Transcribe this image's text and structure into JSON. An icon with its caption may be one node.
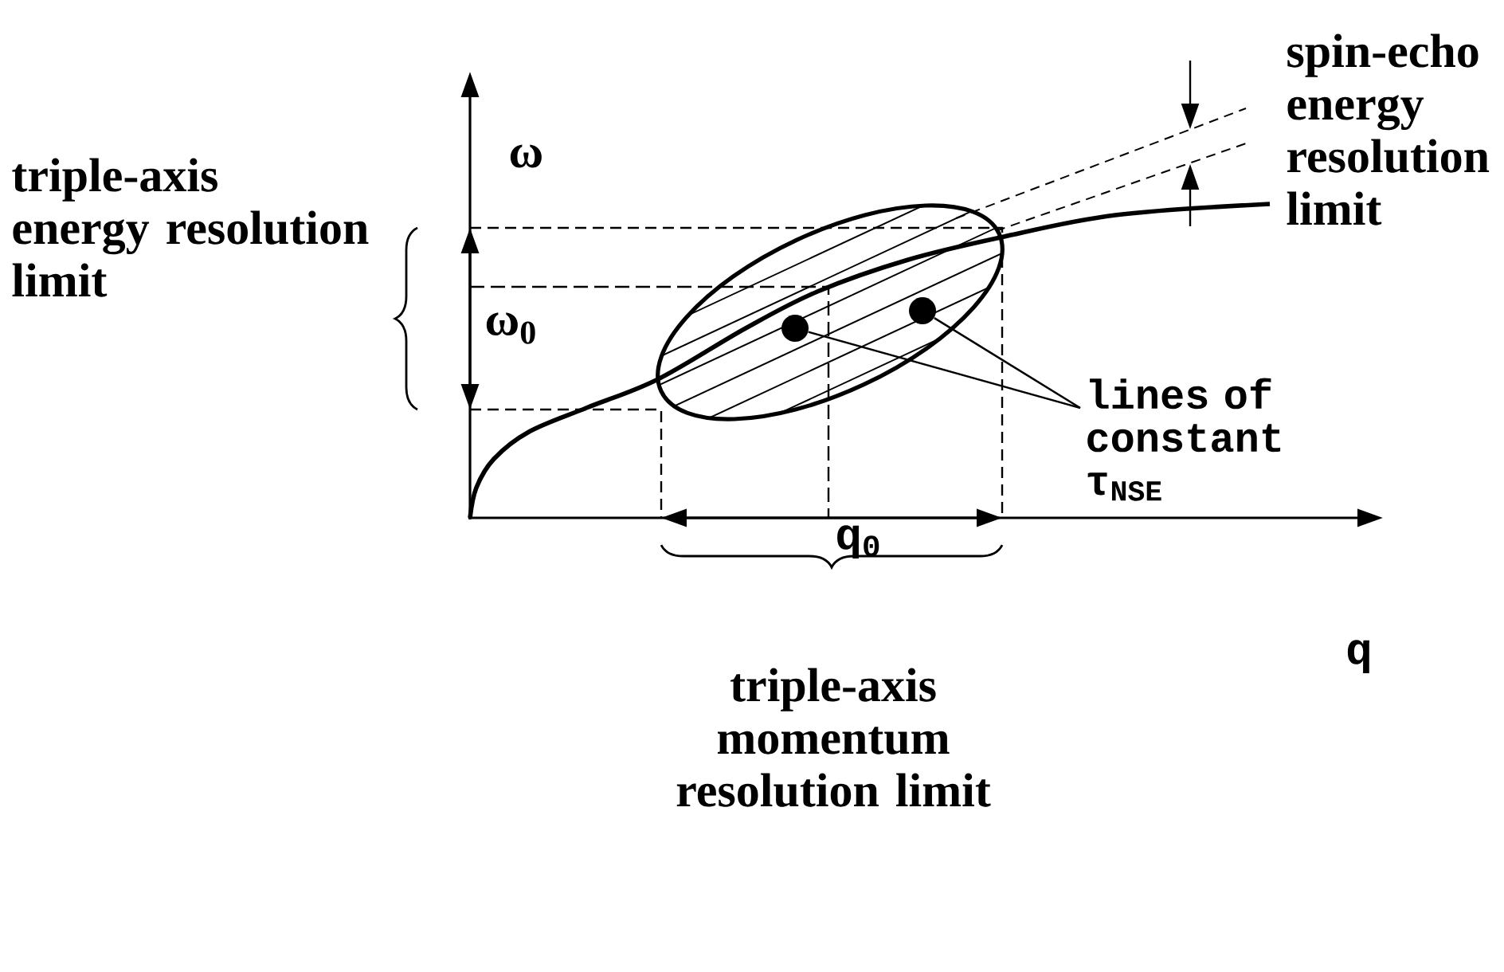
{
  "diagram": {
    "nodes": [
      {
        "text": [
          "lines of constant τ$_{NSE}$"
        ]
      },
      {
        "text": [],
        "shape": "circle"
      },
      {
        "text": [],
        "shape": "circle"
      }
    ],
    "edges": [
      {
        "from": 0,
        "to": 1,
        "arrow": "none"
      },
      {
        "from": 0,
        "to": 2,
        "arrow": "none"
      }
    ],
    "labels": [
      "ω",
      "spin-echo energy resolution limit",
      "triple-axis energy resolution limit",
      "ω$_{0}$",
      "q$_{0}$",
      "q",
      "triple-axis momentum resolution limit"
    ]
  }
}
